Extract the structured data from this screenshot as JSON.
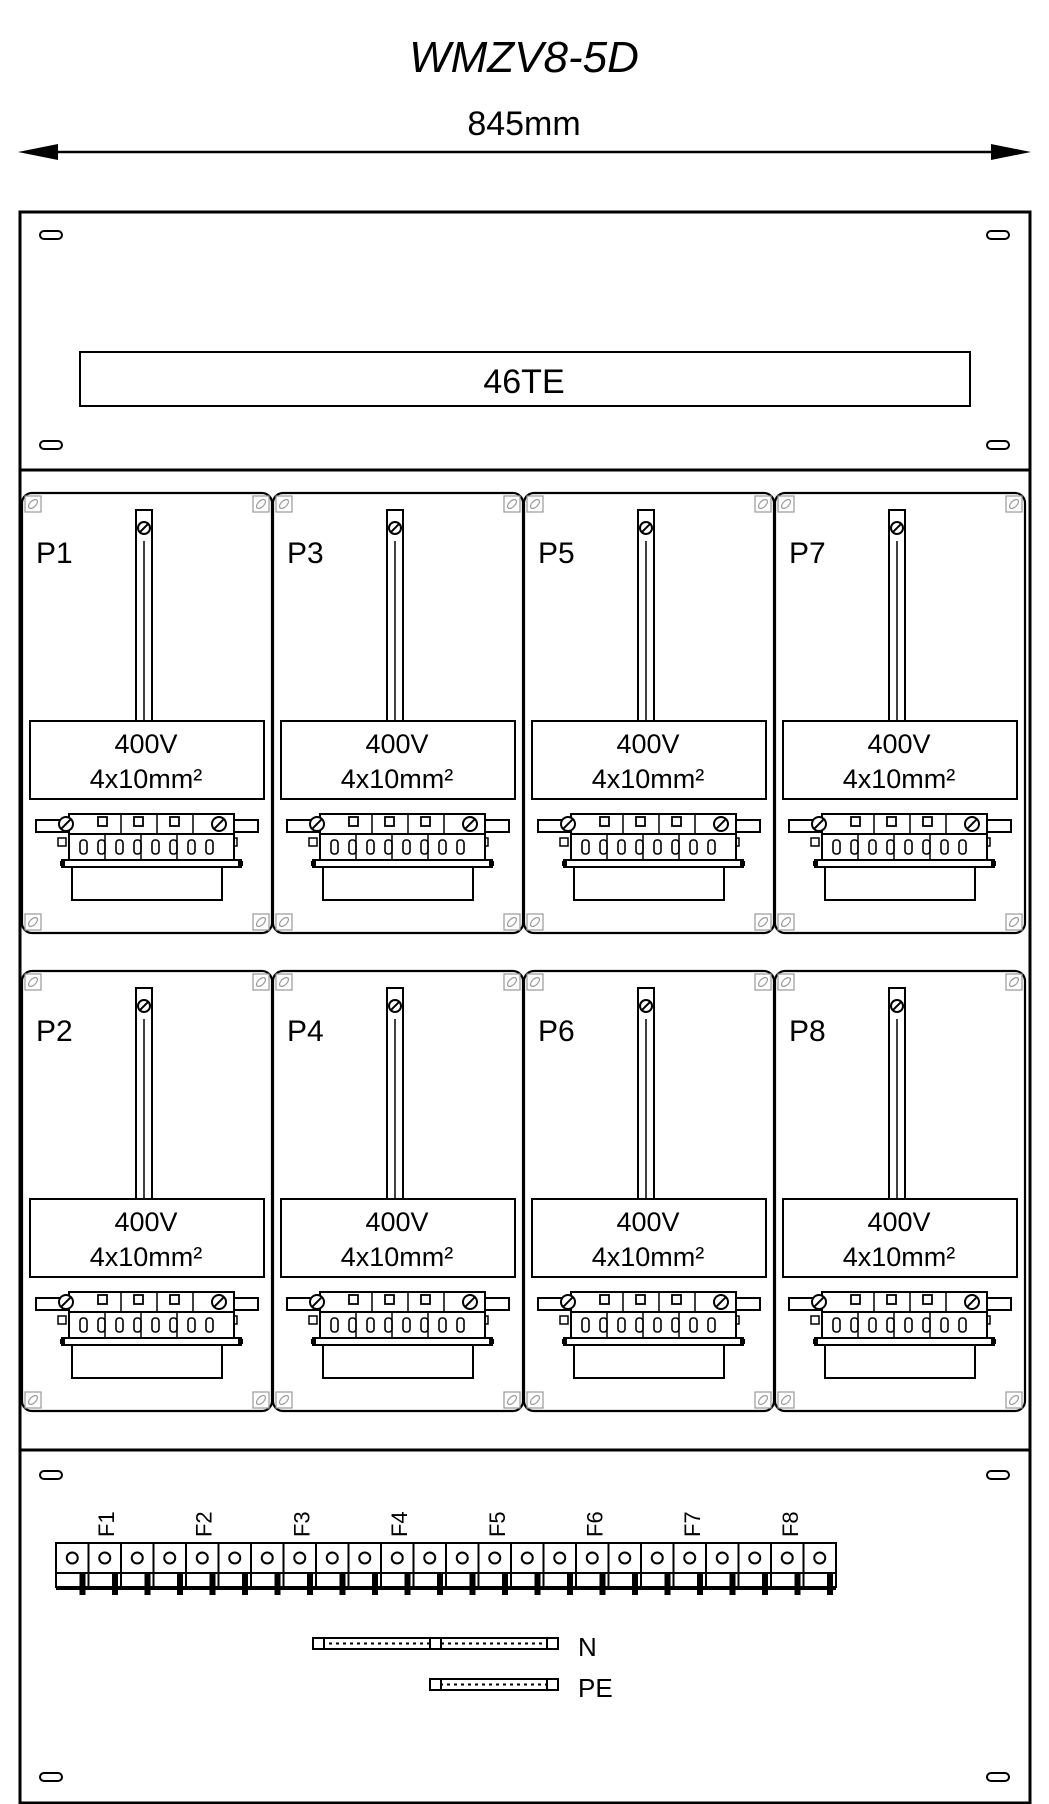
{
  "title": "WMZV8-5D",
  "dimension": {
    "width_label": "845mm"
  },
  "top_panel": {
    "rail_label": "46TE"
  },
  "meter_panels": [
    {
      "id": "P1",
      "voltage": "400V",
      "cable": "4x10mm²"
    },
    {
      "id": "P3",
      "voltage": "400V",
      "cable": "4x10mm²"
    },
    {
      "id": "P5",
      "voltage": "400V",
      "cable": "4x10mm²"
    },
    {
      "id": "P7",
      "voltage": "400V",
      "cable": "4x10mm²"
    },
    {
      "id": "P2",
      "voltage": "400V",
      "cable": "4x10mm²"
    },
    {
      "id": "P4",
      "voltage": "400V",
      "cable": "4x10mm²"
    },
    {
      "id": "P6",
      "voltage": "400V",
      "cable": "4x10mm²"
    },
    {
      "id": "P8",
      "voltage": "400V",
      "cable": "4x10mm²"
    }
  ],
  "bottom_panel": {
    "fuses": [
      "F1",
      "F2",
      "F3",
      "F4",
      "F5",
      "F6",
      "F7",
      "F8"
    ],
    "neutral_label": "N",
    "earth_label": "PE"
  }
}
